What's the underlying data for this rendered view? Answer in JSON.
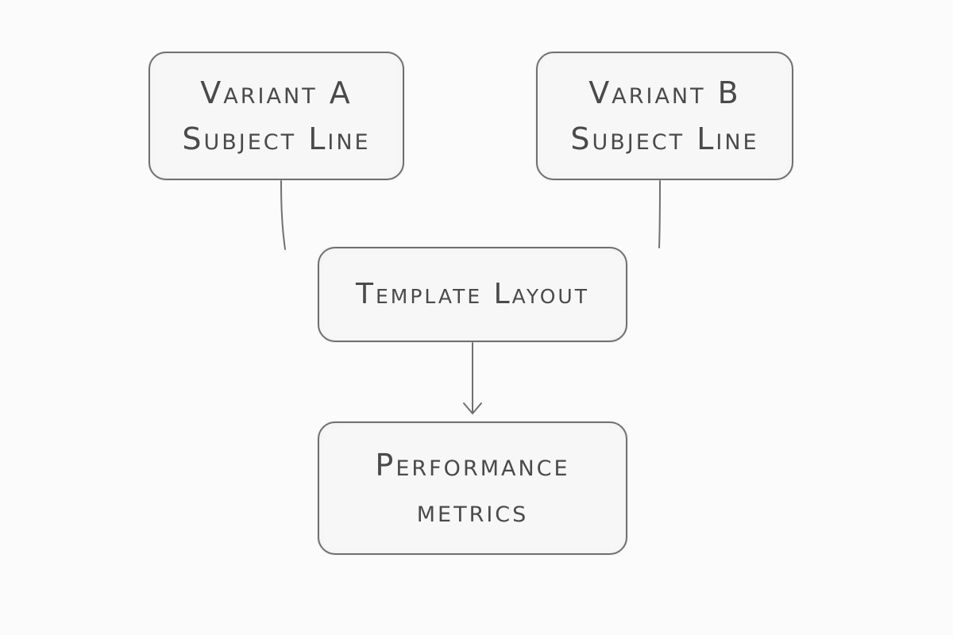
{
  "diagram": {
    "nodes": {
      "variant_a": {
        "label": "Variant A\nSubject Line"
      },
      "variant_b": {
        "label": "Variant B\nSubject Line"
      },
      "template": {
        "label": "Template Layout"
      },
      "metrics": {
        "label": "Performance\nmetrics"
      }
    },
    "edges": [
      {
        "from": "variant_a",
        "to": "template",
        "arrow": false
      },
      {
        "from": "variant_b",
        "to": "template",
        "arrow": false
      },
      {
        "from": "template",
        "to": "metrics",
        "arrow": true
      }
    ],
    "colors": {
      "stroke": "#707070",
      "text": "#4a4a4a",
      "background": "#fbfbfb",
      "box_fill": "#f7f7f7"
    }
  }
}
